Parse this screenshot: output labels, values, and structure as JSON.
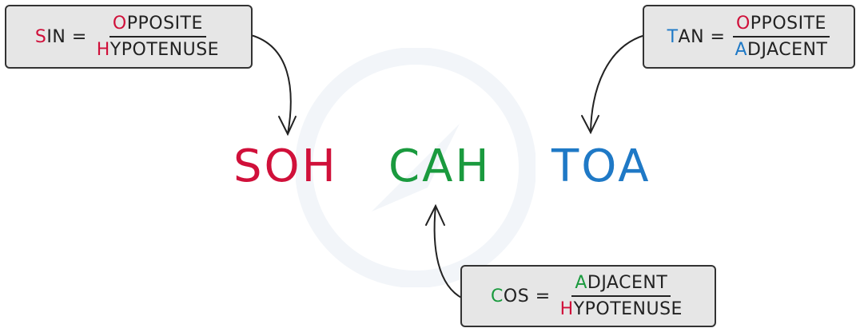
{
  "sin_box": {
    "lhs_initial": "S",
    "lhs_rest": "IN",
    "equals": "=",
    "num_initial": "O",
    "num_rest": "PPOSITE",
    "den_initial": "H",
    "den_rest": "YPOTENUSE"
  },
  "tan_box": {
    "lhs_initial": "T",
    "lhs_rest": "AN",
    "equals": "=",
    "num_initial": "O",
    "num_rest": "PPOSITE",
    "den_initial": "A",
    "den_rest": "DJACENT"
  },
  "cos_box": {
    "lhs_initial": "C",
    "lhs_rest": "OS",
    "equals": "=",
    "num_initial": "A",
    "num_rest": "DJACENT",
    "den_initial": "H",
    "den_rest": "YPOTENUSE"
  },
  "mnemonic": {
    "soh": "SOH",
    "cah": "CAH",
    "toa": "TOA"
  },
  "colors": {
    "sin": "#d0103a",
    "cos": "#1a9a3e",
    "tan": "#1f79c6",
    "box_fill": "#e6e6e6",
    "box_border": "#333333"
  }
}
